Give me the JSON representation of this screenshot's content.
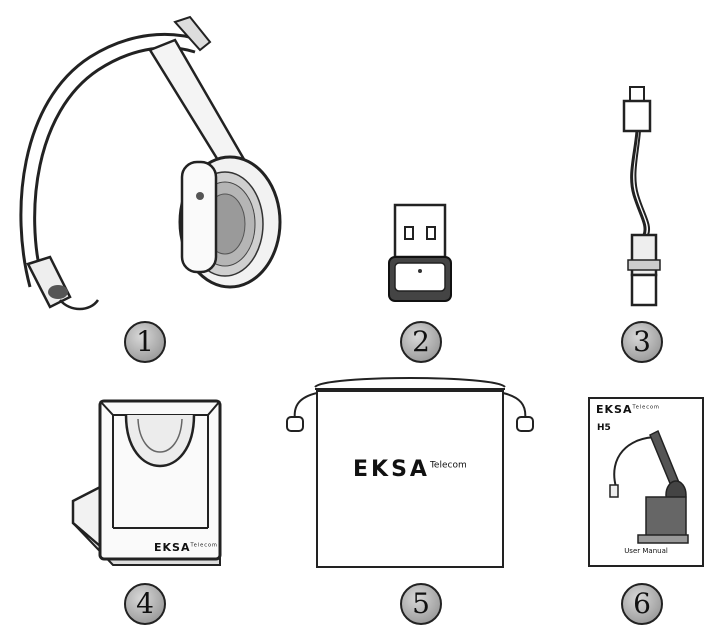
{
  "items": [
    {
      "id": "headset",
      "number": "1"
    },
    {
      "id": "usb-dongle",
      "number": "2"
    },
    {
      "id": "usb-cable",
      "number": "3"
    },
    {
      "id": "charging-base",
      "number": "4"
    },
    {
      "id": "storage-bag",
      "number": "5"
    },
    {
      "id": "user-manual",
      "number": "6"
    }
  ],
  "bag": {
    "brand": "EKSA",
    "brand_suffix": "Telecom"
  },
  "base": {
    "brand": "EKSA",
    "brand_suffix": "Telecom"
  },
  "manual": {
    "brand": "EKSA",
    "brand_suffix": "Telecom",
    "model": "H5",
    "footer": "User Manual"
  }
}
